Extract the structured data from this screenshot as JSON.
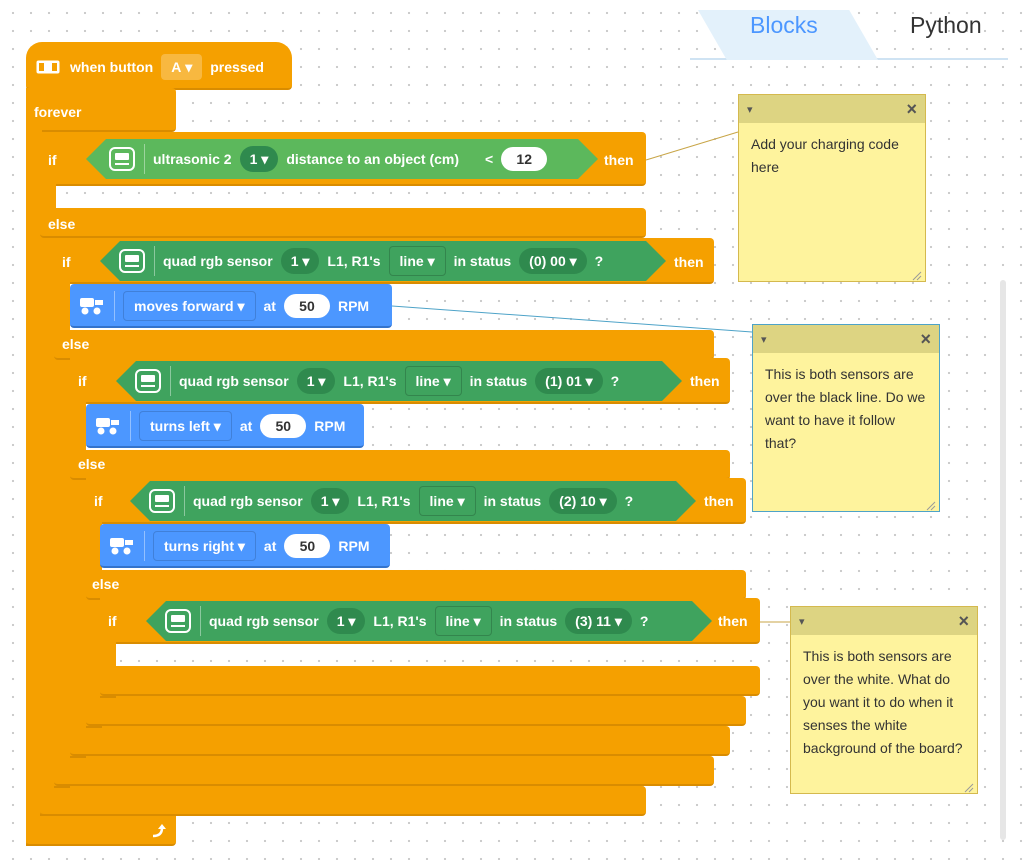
{
  "tabs": {
    "blocks": "Blocks",
    "python": "Python"
  },
  "hat": {
    "text": "when button",
    "button": "A",
    "pressed": "pressed"
  },
  "forever": "forever",
  "if_label": "if",
  "else_label": "else",
  "then_label": "then",
  "drop": "▾",
  "ultra": {
    "label": "ultrasonic 2",
    "port": "1",
    "distance": "distance to an object (cm)",
    "op": "<",
    "value": "12"
  },
  "quad": {
    "label": "quad rgb sensor",
    "port": "1",
    "sensor": "L1, R1's",
    "mode": "line",
    "in_status": "in status",
    "q": "?",
    "status1": "(0) 00",
    "status2": "(1) 01",
    "status3": "(2) 10",
    "status4": "(3) 11"
  },
  "motor": {
    "forward": "moves forward",
    "left": "turns left",
    "right": "turns right",
    "at": "at",
    "speed": "50",
    "unit": "RPM"
  },
  "notes": {
    "n1": "Add your charging code here",
    "n2": "This is both sensors are over the black line. Do we want to have it follow that?",
    "n3": "This is both sensors are over the white. What do you want it to do when it senses the white background of the board?",
    "close": "×"
  },
  "colors": {
    "orange": "#f5a000",
    "green": "#3fa35e",
    "blue": "#4c97ff",
    "note": "#fef39d"
  }
}
